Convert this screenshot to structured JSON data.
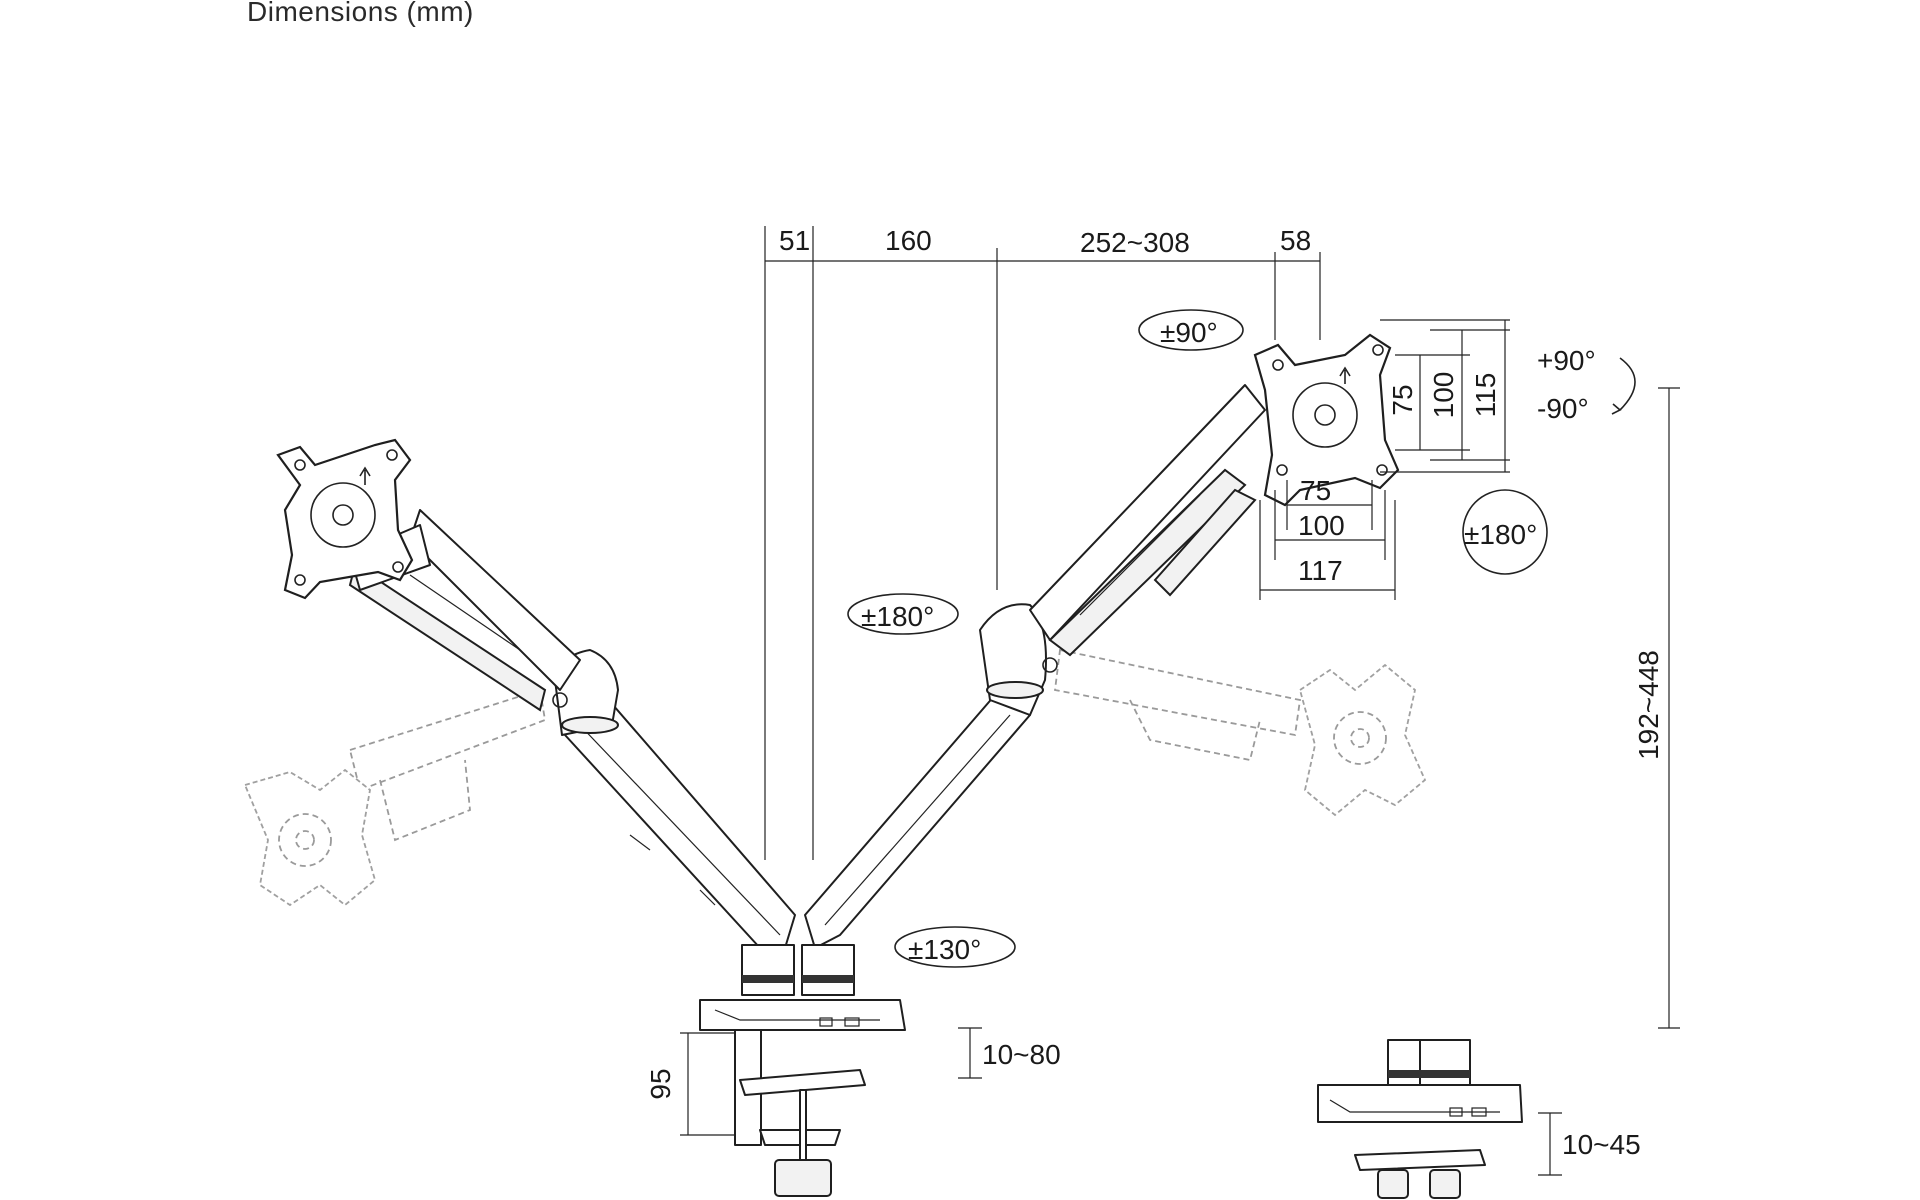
{
  "title": "Dimensions (mm)",
  "top_dims": {
    "d51": "51",
    "d160": "160",
    "d252": "252~308",
    "d58": "58"
  },
  "vesa_dims": {
    "v75": "75",
    "v100": "100",
    "v115": "115",
    "h75": "75",
    "h100": "100",
    "h117": "117"
  },
  "rotations": {
    "tilt_screen": "±90°",
    "rot_upper": "±180°",
    "rot_screen": "±180°",
    "rot_base": "±130°",
    "tilt_pos": "+90°",
    "tilt_neg": "-90°"
  },
  "height_range": "192~448",
  "clamp": {
    "thickness": "10~80",
    "depth": "95"
  },
  "grommet": {
    "thickness": "10~45"
  }
}
